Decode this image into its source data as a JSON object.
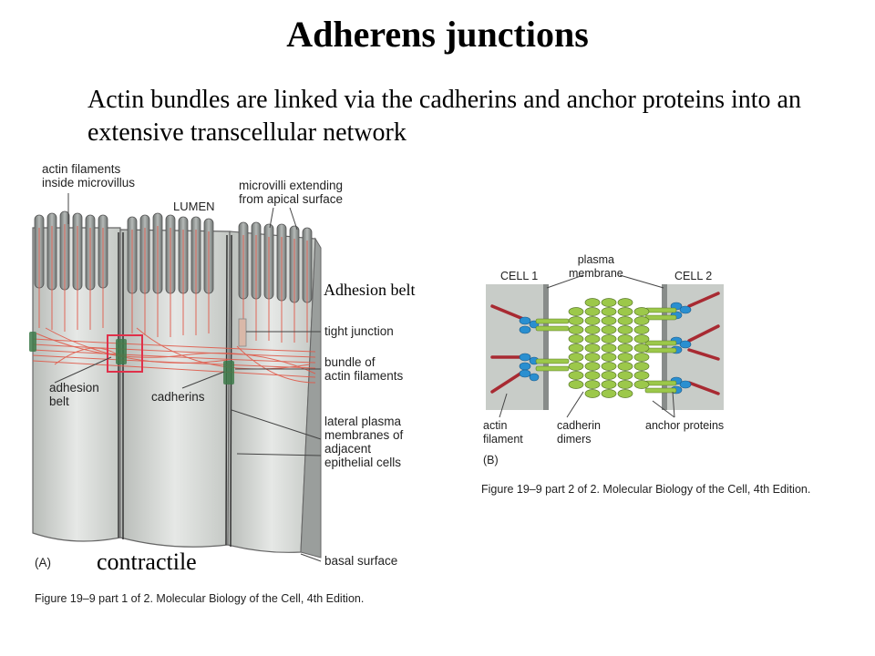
{
  "title": "Adherens junctions",
  "subtitle": "Actin bundles are linked via the cadherins and anchor proteins into an extensive transcellular network",
  "figure_a": {
    "labels": {
      "actin_filaments": "actin filaments\ninside microvillus",
      "lumen": "LUMEN",
      "microvilli": "microvilli extending\nfrom apical surface",
      "tight_junction": "tight junction",
      "bundle_actin": "bundle of\nactin filaments",
      "adhesion_belt": "adhesion\nbelt",
      "cadherins": "cadherins",
      "lateral_membranes": "lateral plasma\nmembranes of\nadjacent\nepithelial cells",
      "basal_surface": "basal surface",
      "panel": "(A)"
    },
    "caption": "Figure 19–9 part 1 of 2. Molecular Biology of the Cell, 4th Edition."
  },
  "figure_b": {
    "labels": {
      "cell1": "CELL 1",
      "plasma_membrane": "plasma\nmembrane",
      "cell2": "CELL 2",
      "actin_filament": "actin\nfilament",
      "cadherin_dimers": "cadherin\ndimers",
      "anchor_proteins": "anchor proteins",
      "panel": "(B)"
    },
    "caption": "Figure 19–9 part 2 of 2. Molecular Biology of the Cell, 4th Edition."
  },
  "annotations": {
    "adhesion_belt": "Adhesion belt",
    "contractile": "contractile"
  },
  "colors": {
    "actin_red": "#e05a4a",
    "cadherin_green": "#9cc84a",
    "anchor_blue": "#2a8fd0",
    "cell_gray": "#c8ccc8",
    "belt_box": "#e0304a"
  }
}
